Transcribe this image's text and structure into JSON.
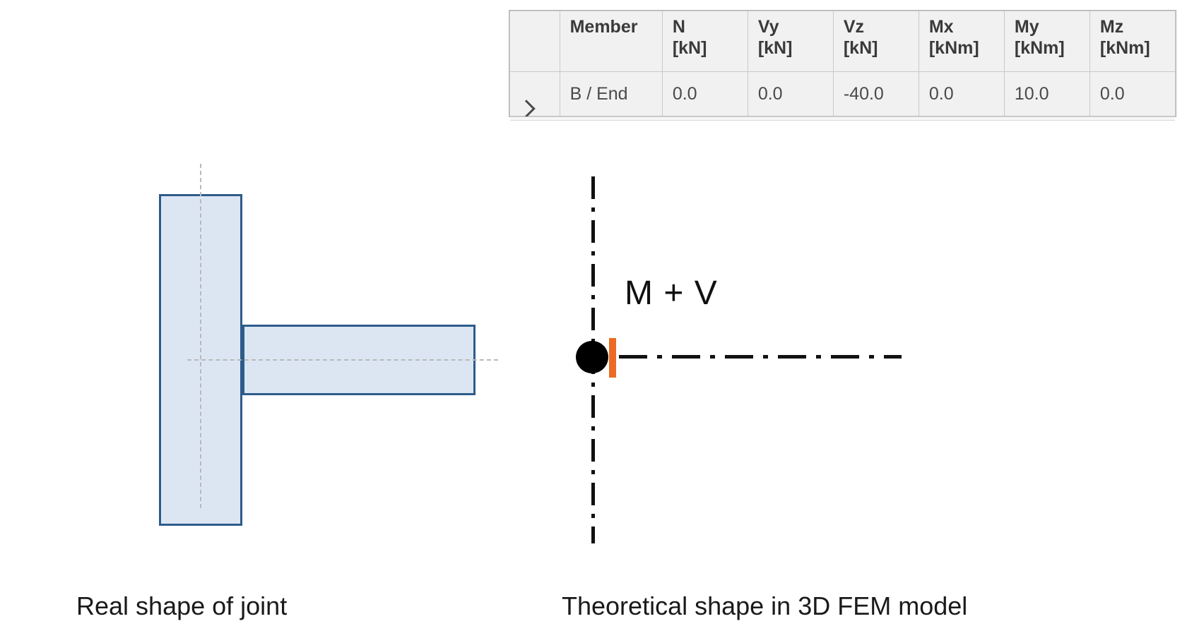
{
  "results_table": {
    "columns": [
      {
        "key": "expand",
        "label": "",
        "unit": ""
      },
      {
        "key": "member",
        "label": "Member",
        "unit": ""
      },
      {
        "key": "n",
        "label": "N",
        "unit": "[kN]"
      },
      {
        "key": "vy",
        "label": "Vy",
        "unit": "[kN]"
      },
      {
        "key": "vz",
        "label": "Vz",
        "unit": "[kN]"
      },
      {
        "key": "mx",
        "label": "Mx",
        "unit": "[kNm]"
      },
      {
        "key": "my",
        "label": "My",
        "unit": "[kNm]"
      },
      {
        "key": "mz",
        "label": "Mz",
        "unit": "[kNm]"
      }
    ],
    "headers": {
      "member": "Member",
      "n_label": "N",
      "n_unit": "[kN]",
      "vy_label": "Vy",
      "vy_unit": "[kN]",
      "vz_label": "Vz",
      "vz_unit": "[kN]",
      "mx_label": "Mx",
      "mx_unit": "[kNm]",
      "my_label": "My",
      "my_unit": "[kNm]",
      "mz_label": "Mz",
      "mz_unit": "[kNm]"
    },
    "rows": [
      {
        "expand_icon": "chevron-right-icon",
        "member": "B / End",
        "n": "0.0",
        "vy": "0.0",
        "vz": "-40.0",
        "mx": "0.0",
        "my": "10.0",
        "mz": "0.0"
      }
    ]
  },
  "left_diagram": {
    "caption": "Real shape of joint",
    "shapes": {
      "column_name": "column-plate",
      "beam_name": "beam-plate",
      "fill_color": "#dce6f3",
      "stroke_color": "#2e5c8a",
      "centerline_color": "#b9b9b9"
    }
  },
  "right_diagram": {
    "caption": "Theoretical shape in 3D FEM model",
    "load_label": "M + V",
    "colors": {
      "node_color": "#000000",
      "marker_color": "#ec6b23",
      "line_color": "#111111"
    }
  }
}
